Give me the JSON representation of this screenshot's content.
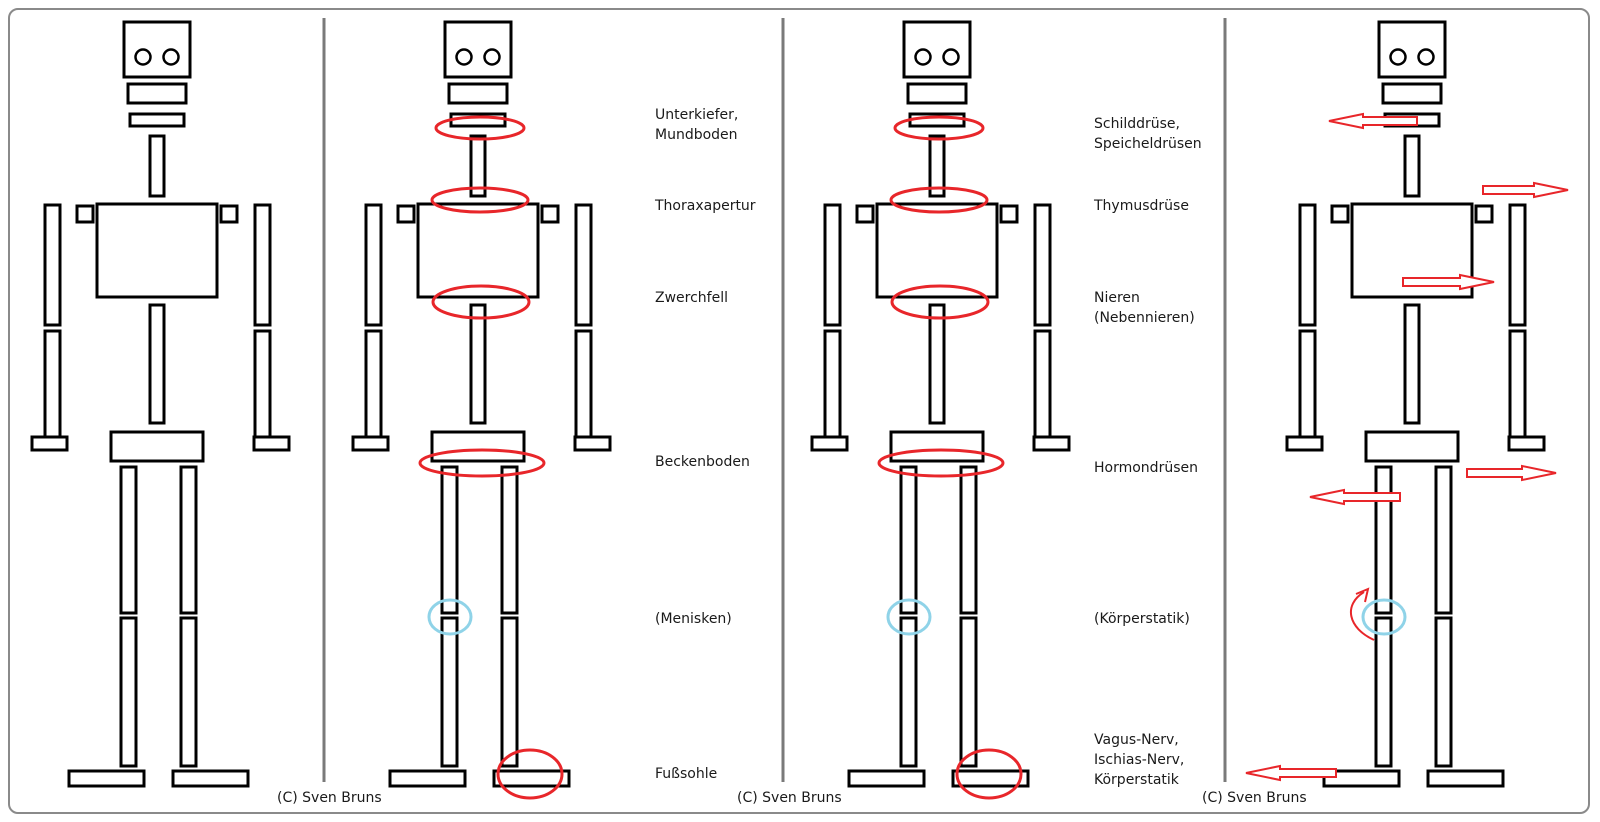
{
  "diagram": {
    "copyright": "(C) Sven Bruns",
    "panel2_labels": {
      "jaw": "Unterkiefer,\nMundboden",
      "thorax": "Thoraxapertur",
      "diaphragm": "Zwerchfell",
      "pelvis": "Beckenboden",
      "knee": "(Menisken)",
      "sole": "Fußsohle"
    },
    "panel3_labels": {
      "jaw": "Schilddrüse,\nSpeicheldrüsen",
      "thorax": "Thymusdrüse",
      "diaphragm": "Nieren\n(Nebennieren)",
      "pelvis": "Hormondrüsen",
      "knee": "(Körperstatik)",
      "sole": "Vagus-Nerv,\nIschias-Nerv,\nKörperstatik"
    },
    "colors": {
      "outline": "#000000",
      "constriction": "#e8262a",
      "knee_marker": "#8fd3e8",
      "arrow": "#e8262a",
      "divider": "#7a7a7a",
      "frame": "#8a8a8a"
    }
  }
}
